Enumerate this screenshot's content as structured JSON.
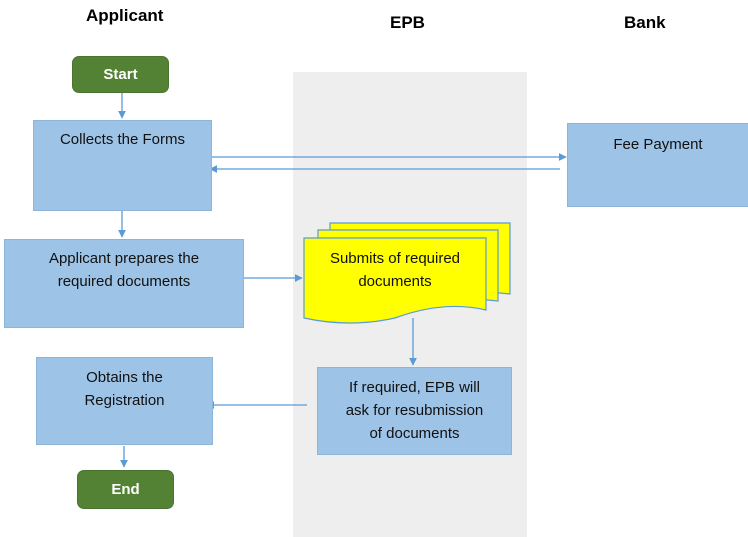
{
  "lanes": {
    "applicant": "Applicant",
    "epb": "EPB",
    "bank": "Bank"
  },
  "nodes": {
    "start": "Start",
    "collects_forms": "Collects the Forms",
    "fee_payment": "Fee Payment",
    "prepares_line1": "Applicant prepares the",
    "prepares_line2": "required documents",
    "submits_line1": "Submits of required",
    "submits_line2": "documents",
    "resubmission_line1": "If required, EPB will",
    "resubmission_line2": "ask for resubmission",
    "resubmission_line3": "of documents",
    "obtains_line1": "Obtains the",
    "obtains_line2": "Registration",
    "end": "End"
  },
  "colors": {
    "process_fill": "#9dc3e6",
    "terminator_fill": "#548235",
    "document_fill": "#ffff00",
    "connector": "#5b9bd5",
    "lane_background": "#eeeeee"
  }
}
